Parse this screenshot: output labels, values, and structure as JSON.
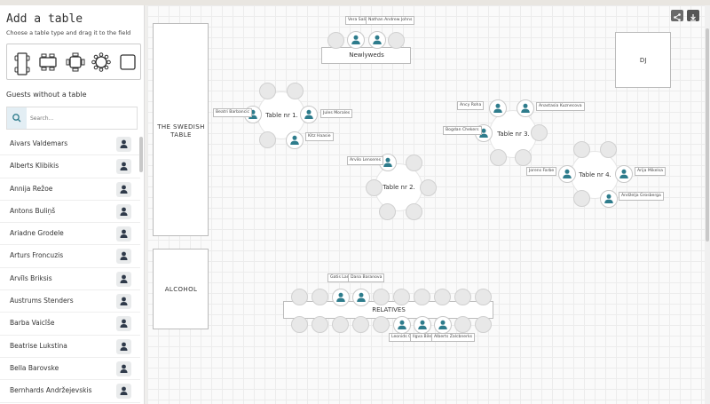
{
  "sidebar": {
    "title": "Add a table",
    "subtitle": "Choose a table type and drag it to the field",
    "table_types": [
      "long-table-icon",
      "rect-table-icon",
      "square-table-icon",
      "round-table-icon",
      "blank-table-icon"
    ],
    "guests_heading": "Guests without a table",
    "search_placeholder": "Search...",
    "guests": [
      "Aivars Valdemars",
      "Alberts Klibikis",
      "Annija Režoe",
      "Antons Buliņš",
      "Ariadne Grodele",
      "Arturs Froncuzis",
      "Arvīls Briksis",
      "Austrums Stenders",
      "Barba Vaicīše",
      "Beatrise Lukstina",
      "Bella Barovske",
      "Bernhards Andržejevskis"
    ]
  },
  "canvas": {
    "share_icon": "share-icon",
    "download_icon": "download-icon",
    "areas": {
      "swedish": "THE SWEDISH TABLE",
      "alcohol": "ALCOHOL",
      "dj": "DJ"
    },
    "tables": {
      "newlyweds": "Newlyweds",
      "t1": "Table nr 1.",
      "t2": "Table nr 2.",
      "t3": "Table nr 3.",
      "t4": "Table nr 4.",
      "relatives": "RELATIVES"
    },
    "guest_tags": {
      "nw1": "Vera Salinna",
      "nw2": "Nathan Andrew Johns",
      "t1_left": "Beatri Barbancic",
      "t1_right": "Jules Morales",
      "t1_bottom": "Kitz Haasie",
      "t2_top": "Arvilo Lenseres",
      "t3_topleft": "Ancy Roha",
      "t3_topright": "Anastasia Kuznecova",
      "t3_left": "Bogdan Chekers",
      "t3_bottom": "Jorens Farbe",
      "t4_right": "Arija Mikelsa",
      "t4_bottom": "Andželja Grosberga",
      "rel_top1": "Gatis Lamans",
      "rel_top2": "Dana Baranova",
      "rel_b1": "Leonids Grodgelis",
      "rel_b2": "Ilgva Bilenkova",
      "rel_b3": "Alberts Zalcbnerks"
    }
  },
  "colors": {
    "accent": "#2e7c8c",
    "icon_dark": "#2f3a4a"
  }
}
